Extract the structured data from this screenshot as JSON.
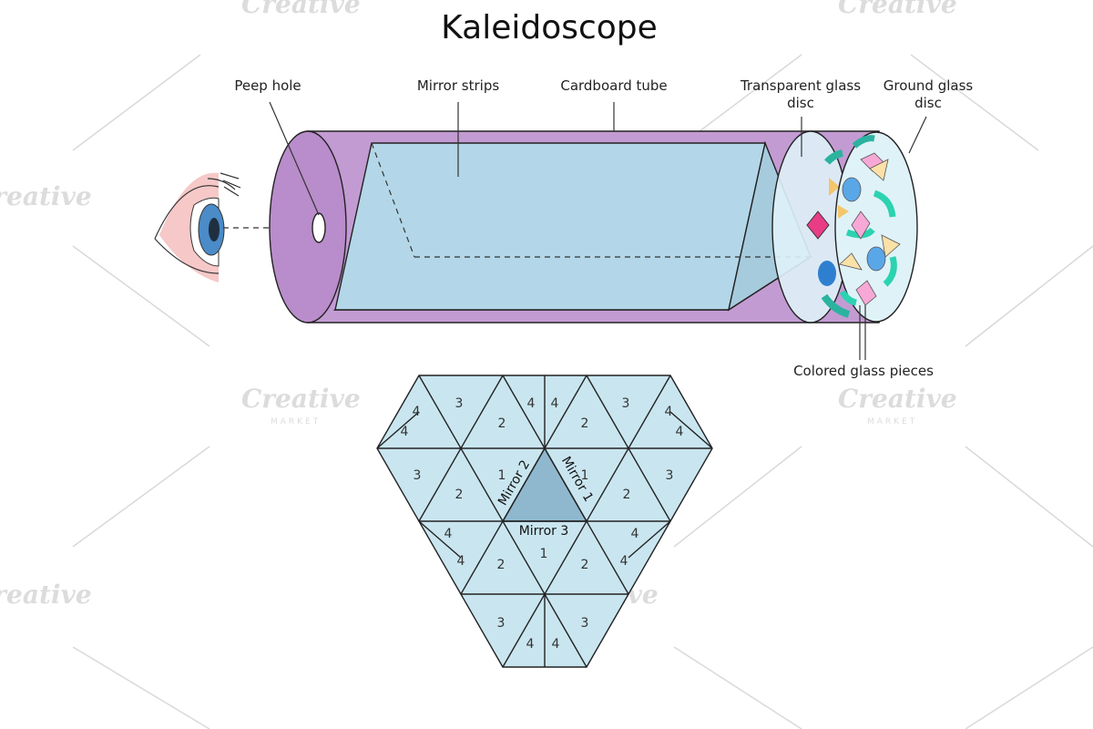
{
  "title": "Kaleidoscope",
  "labels": {
    "peep_hole": "Peep hole",
    "mirror_strips": "Mirror strips",
    "cardboard_tube": "Cardboard tube",
    "transparent_disc_line1": "Transparent glass",
    "transparent_disc_line2": "disc",
    "ground_disc_line1": "Ground glass",
    "ground_disc_line2": "disc",
    "colored_pieces": "Colored glass pieces"
  },
  "mirrors": {
    "m1": "Mirror 1",
    "m2": "Mirror 2",
    "m3": "Mirror 3"
  },
  "watermark": {
    "brand": "Creative",
    "sub": "MARKET"
  },
  "colors": {
    "tube": "#c39bd3",
    "tube_end": "#b98ccb",
    "mirror_fill": "#c9e6f0",
    "mirror_top": "#b3d7e8",
    "center_triangle": "#8fb8cf",
    "grid_fill": "#c9e6f0",
    "disc": "#dff2f8"
  },
  "pattern_numbers": {
    "n01": "4",
    "n02": "3",
    "n03": "4",
    "n04": "4",
    "n05": "3",
    "n06": "4",
    "n07": "4",
    "n08": "2",
    "n09": "2",
    "n10": "4",
    "n11": "3",
    "n12": "1",
    "n13": "1",
    "n14": "3",
    "n15": "2",
    "n16": "2",
    "n17": "4",
    "n18": "4",
    "n19": "4",
    "n20": "1",
    "n21": "4",
    "n22": "2",
    "n23": "2",
    "n24": "3",
    "n25": "3",
    "n26": "4",
    "n27": "4"
  }
}
